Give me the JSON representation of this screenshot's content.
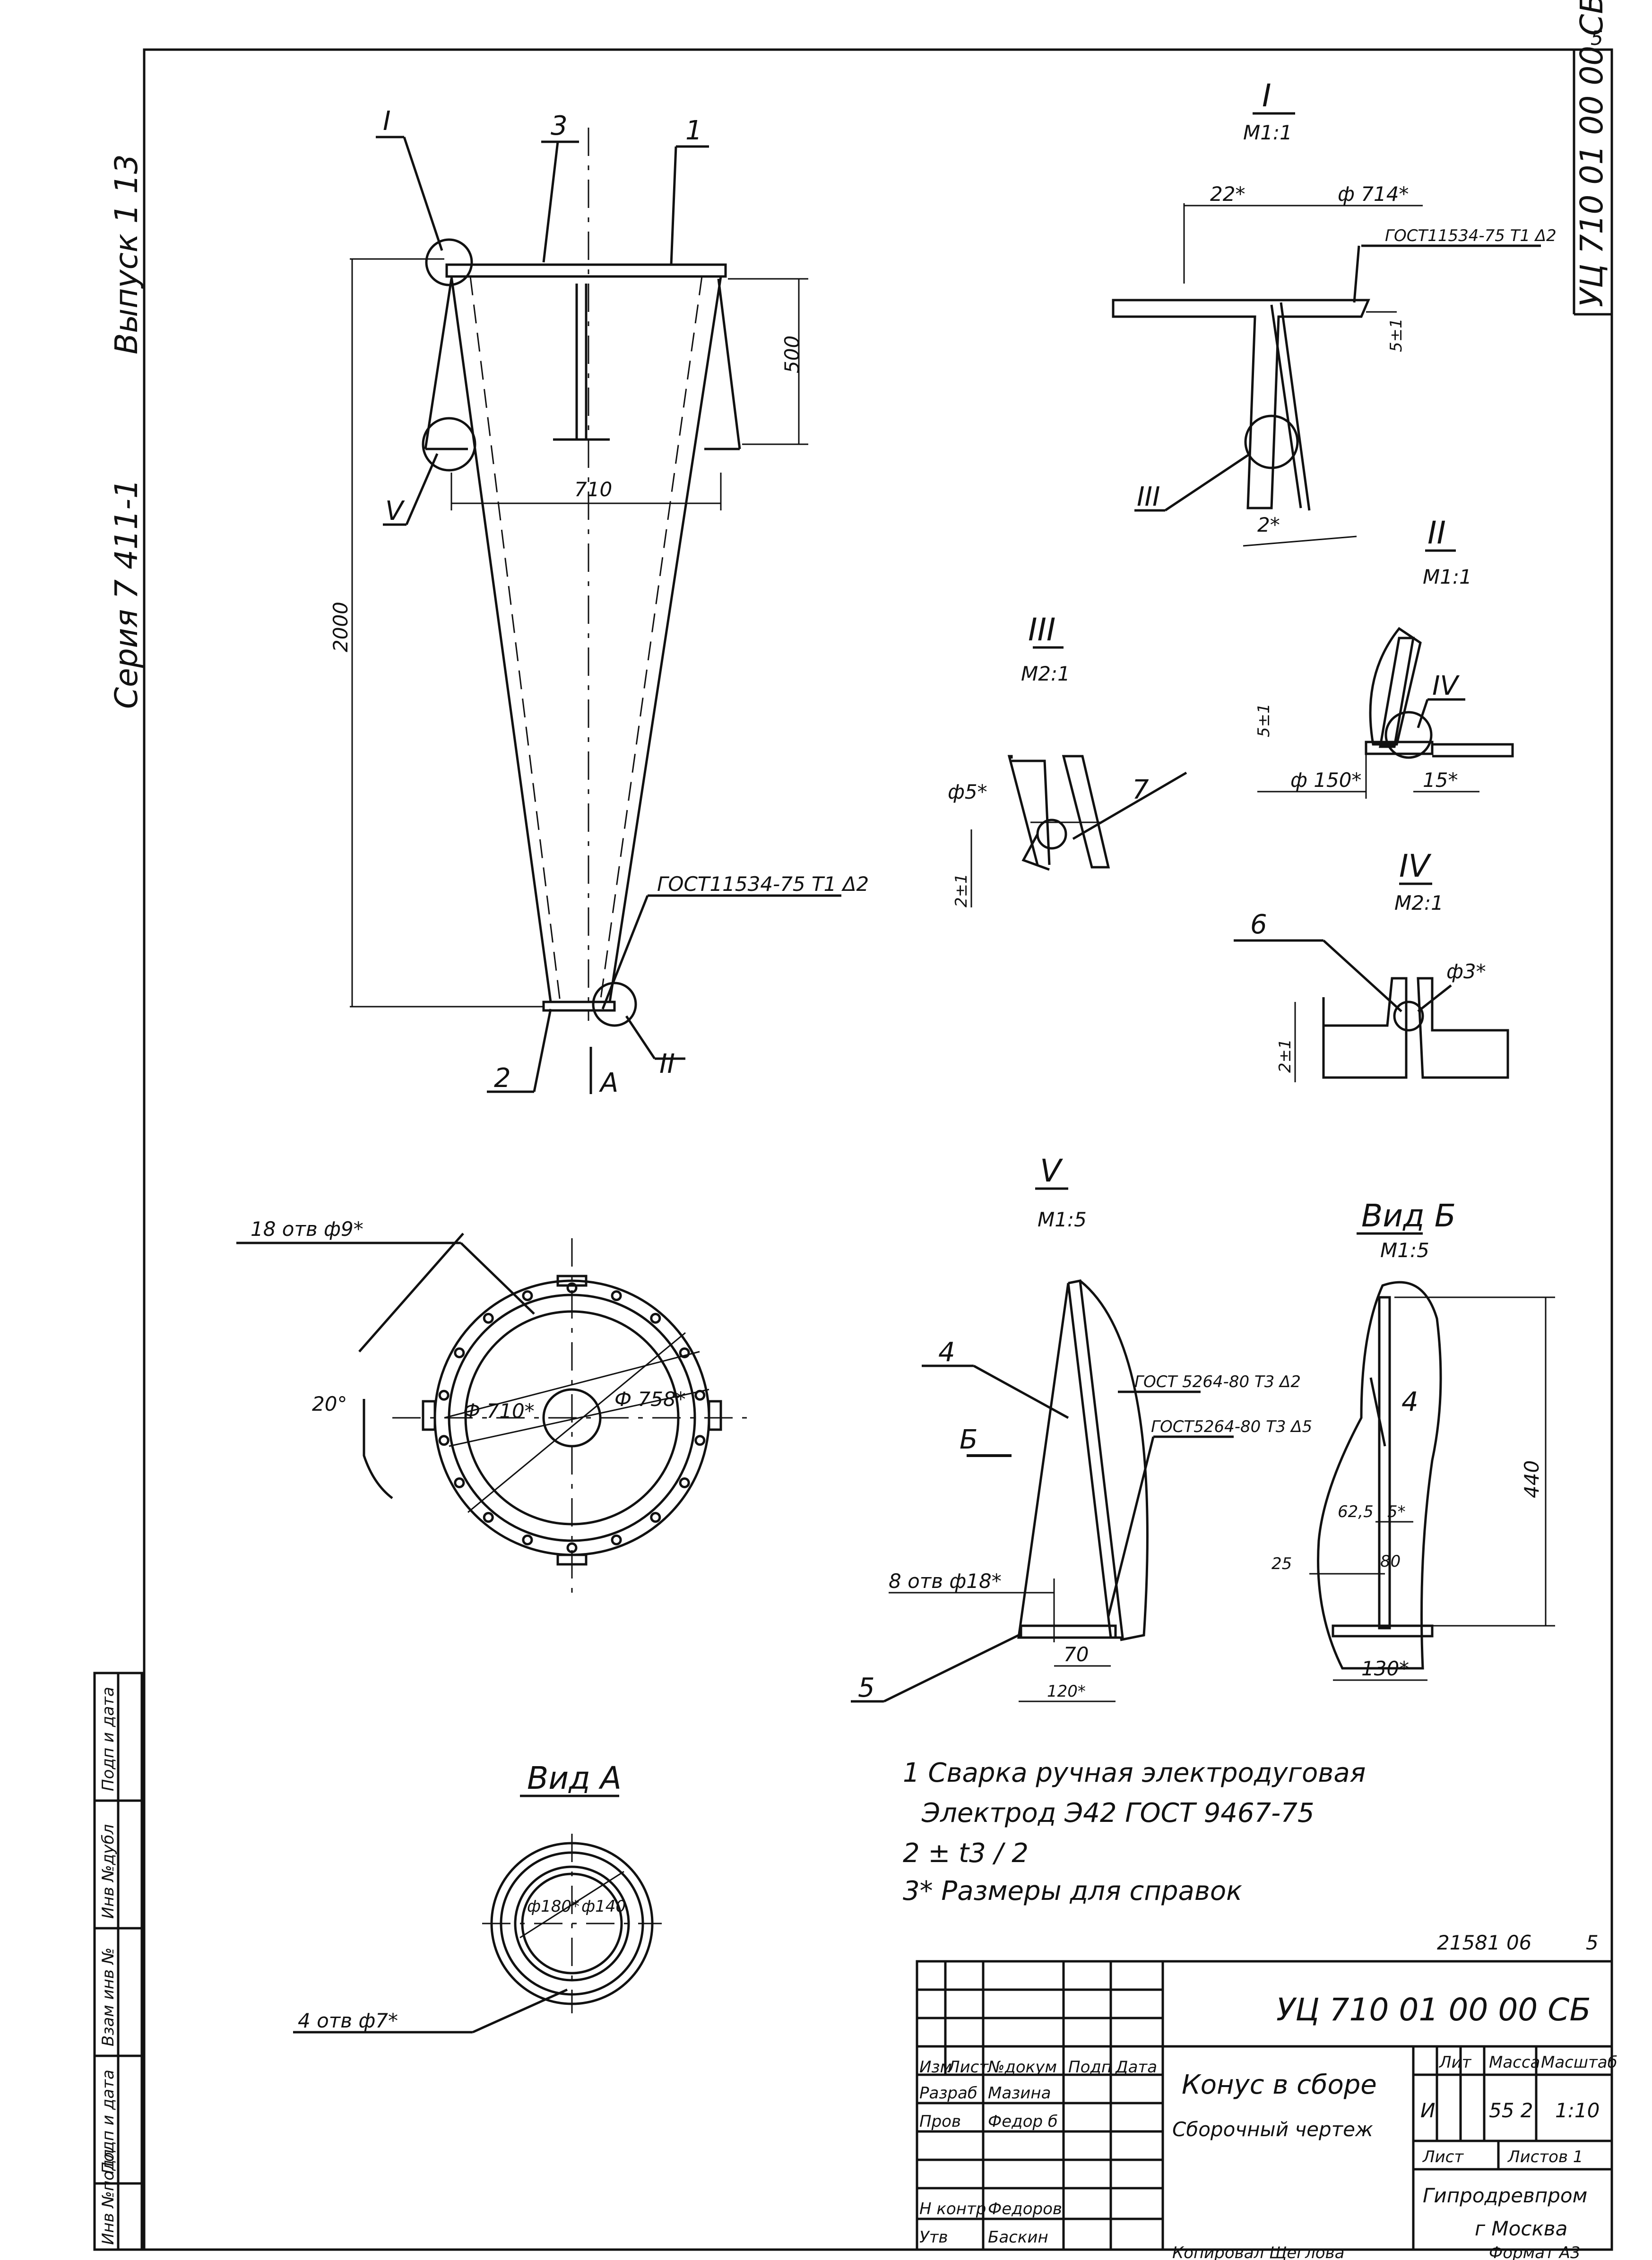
{
  "side_stamp": {
    "series": "Серия 7 411-1",
    "issue": "Выпуск 1 13",
    "doc_code": "УЦ 710 01 00 00 СБ",
    "page_corner": "5"
  },
  "main_view": {
    "pos_1": "1",
    "pos_2": "2",
    "pos_3": "3",
    "callout_I": "I",
    "callout_II": "II",
    "callout_V": "V",
    "dim_500": "500",
    "dim_710": "710",
    "dim_2000": "2000",
    "weld_note": "ГОСТ11534-75 Т1 Δ2",
    "view_arrow": "А"
  },
  "detail_I": {
    "title": "I",
    "scale": "М1:1",
    "dim_22": "22*",
    "dim_714": "ф 714*",
    "dim_5": "5±1",
    "dim_2": "2*",
    "weld": "ГОСТ11534-75 Т1 Δ2",
    "callout_III": "III"
  },
  "detail_II": {
    "title": "II",
    "scale": "М1:1",
    "dim_150": "ф 150*",
    "dim_15": "15*",
    "dim_5": "5±1",
    "callout_IV": "IV"
  },
  "detail_III": {
    "title": "III",
    "scale": "М2:1",
    "dim_5": "ф5*",
    "dim_2": "2±1",
    "pos_7": "7"
  },
  "detail_IV": {
    "title": "IV",
    "scale": "М2:1",
    "dim_3": "ф3*",
    "dim_2": "2±1",
    "pos_6": "6"
  },
  "top_view": {
    "holes": "18 отв ф9*",
    "angle": "20°",
    "dim_710": "Ф 710*",
    "dim_758": "Ф 758*"
  },
  "detail_V": {
    "title": "V",
    "scale": "М1:5",
    "pos_4": "4",
    "pos_5": "5",
    "view_b": "Б",
    "weld1": "ГОСТ 5264-80 Т3 Δ2",
    "weld2": "ГОСТ5264-80 Т3 Δ5",
    "holes": "8 отв ф18*",
    "dim_70": "70",
    "dim_120": "120*"
  },
  "view_B": {
    "title": "Вид Б",
    "scale": "М1:5",
    "dim_440": "440",
    "dim_625": "62,5",
    "dim_5": "5*",
    "dim_25": "25",
    "dim_80": "80",
    "dim_130": "130*",
    "pos_4": "4"
  },
  "view_A": {
    "title": "Вид А",
    "holes": "4 отв ф7*",
    "dim_180": "ф180*",
    "dim_140": "ф140"
  },
  "notes": [
    "1 Сварка ручная электродуговая",
    "Электрод Э42 ГОСТ 9467-75",
    "2 ± t3 / 2",
    "3* Размеры для справок"
  ],
  "left_strip": [
    "Инв №подл",
    "Подп и дата",
    "Взам инв №",
    "Инв №дубл",
    "Подп и дата"
  ],
  "title_block": {
    "archive_no": "21581 06",
    "sheet_mark": "5",
    "code": "УЦ 710 01 00 00 СБ",
    "name_line1": "Конус в сборе",
    "name_line2": "Сборочный чертеж",
    "head": [
      "Изм",
      "Лист",
      "№докум",
      "Подп",
      "Дата"
    ],
    "rows": [
      {
        "role": "Разраб",
        "name": "Мазина"
      },
      {
        "role": "Пров",
        "name": "Федор б"
      },
      {
        "role": "Н контр",
        "name": "Федоров"
      },
      {
        "role": "Утв",
        "name": "Баскин"
      }
    ],
    "lit_label": "Лит",
    "mass_label": "Масса",
    "scale_label": "Масштаб",
    "lit_value": "И",
    "mass_value": "55 2",
    "scale_value": "1:10",
    "sheet_label": "Лист",
    "sheets_label": "Листов 1",
    "org1": "Гипродревпром",
    "org2": "г Москва",
    "bottom1": "Копировал Щеглова",
    "bottom2": "Формат А3"
  }
}
